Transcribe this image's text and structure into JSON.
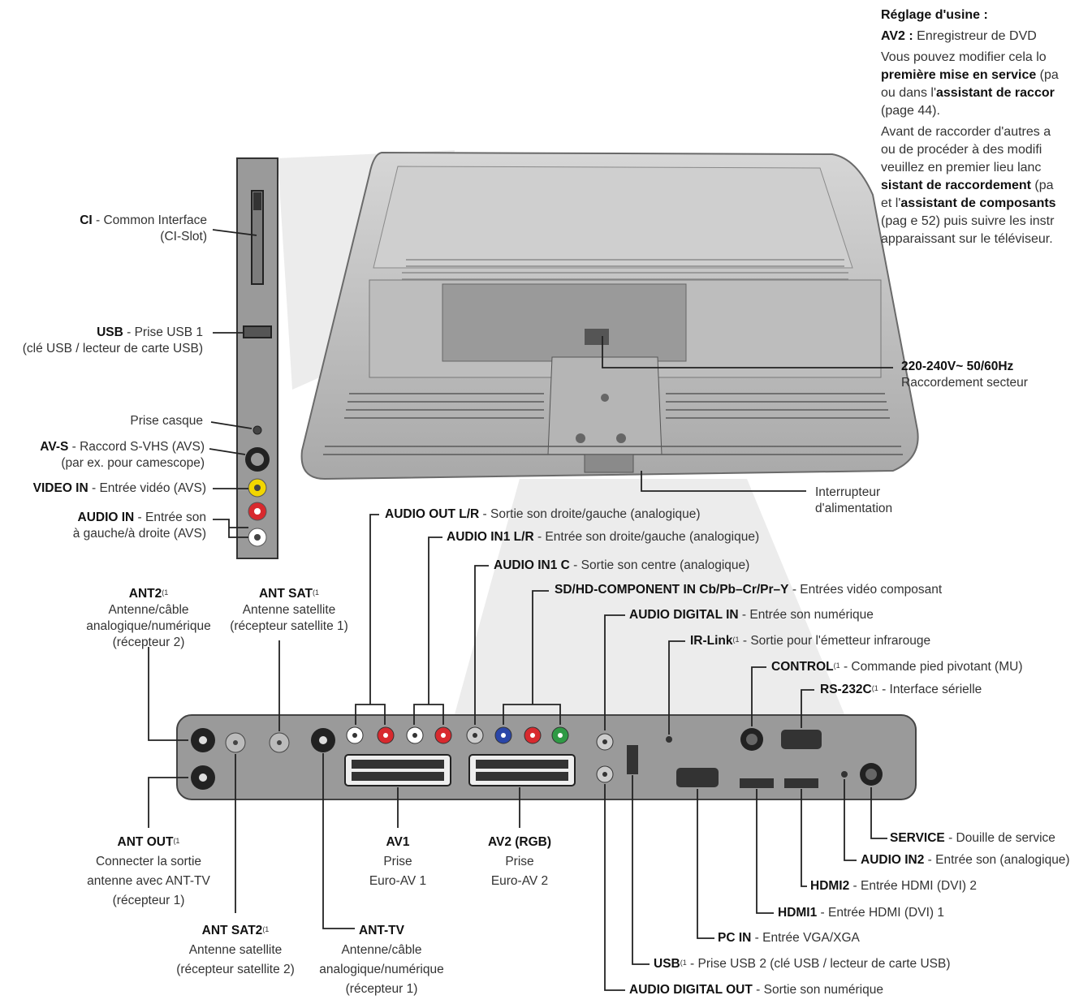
{
  "info": {
    "heading": "Réglage d'usine :",
    "av2_label": "AV2 :",
    "av2_text": "Enregistreur de DVD",
    "p1_l1": "Vous pouvez modifier cela lo",
    "p1_l2a": "première mise en service",
    "p1_l2b": " (pa",
    "p1_l3a": "ou dans l'",
    "p1_l3b": "assistant de raccor",
    "p1_l4": "(page 44).",
    "p2_l1": "Avant de raccorder d'autres a",
    "p2_l2": "ou de procéder à des modifi",
    "p2_l3": "veuillez en premier lieu lanc",
    "p2_l4a": "sistant de raccordement",
    "p2_l4b": " (pa",
    "p2_l5a": "et l'",
    "p2_l5b": "assistant de composants",
    "p2_l6": "(pag e 52) puis suivre les instr",
    "p2_l7": "apparaissant sur le téléviseur."
  },
  "side": {
    "ci_bold": "CI",
    "ci_text": " - Common Interface",
    "ci_sub": "(CI-Slot)",
    "usb_bold": "USB",
    "usb_text": " - Prise USB 1",
    "usb_sub": "(clé USB / lecteur de carte USB)",
    "headphone": "Prise casque",
    "avs_bold": "AV-S",
    "avs_text": " - Raccord S-VHS (AVS)",
    "avs_sub": "(par ex. pour camescope)",
    "video_bold": "VIDEO IN",
    "video_text": " - Entrée vidéo (AVS)",
    "audio_bold": "AUDIO IN",
    "audio_text": " - Entrée son",
    "audio_sub": "à gauche/à droite (AVS)"
  },
  "tv": {
    "mains_bold": "220-240V~ 50/60Hz",
    "mains_text": "Raccordement secteur",
    "switch_l1": "Interrupteur",
    "switch_l2": "d'alimentation"
  },
  "top": {
    "audio_out_bold": "AUDIO OUT L/R",
    "audio_out_text": " - Sortie son droite/gauche (analogique)",
    "audio_in1_bold": "AUDIO IN1 L/R",
    "audio_in1_text": " - Entrée son droite/gauche (analogique)",
    "audio_in1c_bold": "AUDIO IN1 C",
    "audio_in1c_text": " - Sortie son centre (analogique)",
    "component_bold": "SD/HD-COMPONENT IN Cb/Pb–Cr/Pr–Y",
    "component_text": " - Entrées vidéo composant",
    "digital_in_bold": "AUDIO DIGITAL IN",
    "digital_in_text": " - Entrée son numérique",
    "irlink_bold": "IR-Link",
    "irlink_text": " - Sortie pour l'émetteur infrarouge",
    "control_bold": "CONTROL",
    "control_text": " - Commande pied pivotant (MU)",
    "rs232_bold": "RS-232C",
    "rs232_text": " - Interface sérielle",
    "ant2_bold": "ANT2",
    "ant2_l1": "Antenne/câble",
    "ant2_l2": "analogique/numérique",
    "ant2_l3": "(récepteur 2)",
    "antsat_bold": "ANT SAT",
    "antsat_l1": "Antenne satellite",
    "antsat_l2": "(récepteur satellite 1)",
    "footnote": "(1"
  },
  "bottom": {
    "antout_bold": "ANT OUT",
    "antout_l1": "Connecter la sortie",
    "antout_l2": "antenne avec ANT-TV",
    "antout_l3": "(récepteur 1)",
    "antsat2_bold": "ANT SAT2",
    "antsat2_l1": "Antenne satellite",
    "antsat2_l2": "(récepteur satellite 2)",
    "anttv_bold": "ANT-TV",
    "anttv_l1": "Antenne/câble",
    "anttv_l2": "analogique/numérique",
    "anttv_l3": "(récepteur 1)",
    "av1_bold": "AV1",
    "av1_l1": "Prise",
    "av1_l2": "Euro-AV 1",
    "av2_bold": "AV2 (RGB)",
    "av2_l1": "Prise",
    "av2_l2": "Euro-AV 2",
    "service_bold": "SERVICE",
    "service_text": " - Douille de service",
    "audio_in2_bold": "AUDIO IN2",
    "audio_in2_text": " - Entrée son (analogique)",
    "hdmi2_bold": "HDMI2",
    "hdmi2_text": " - Entrée HDMI (DVI) 2",
    "hdmi1_bold": "HDMI1",
    "hdmi1_text": " - Entrée HDMI (DVI) 1",
    "pcin_bold": "PC IN",
    "pcin_text": " - Entrée VGA/XGA",
    "usb2_bold": "USB",
    "usb2_text": " - Prise USB 2 (clé USB / lecteur de carte USB)",
    "digital_out_bold": "AUDIO DIGITAL OUT",
    "digital_out_text": " - Sortie son numérique"
  },
  "colors": {
    "panel": "#9a9a9a",
    "red": "#d8292e",
    "yellow": "#f2d600",
    "blue": "#2a46a8",
    "green": "#2f9a45",
    "white": "#ffffff"
  }
}
